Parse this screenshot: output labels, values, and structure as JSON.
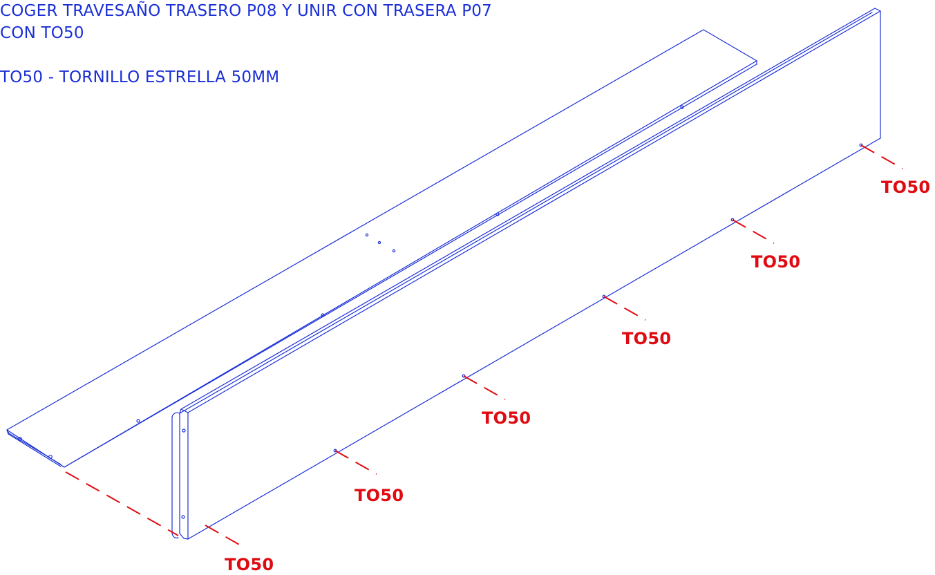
{
  "instructions": {
    "line1": "COGER TRAVESAÑO TRASERO P08 Y UNIR CON TRASERA P07",
    "line2": "CON TO50",
    "legend": "TO50  -  TORNILLO ESTRELLA 50MM"
  },
  "parts": {
    "crossbar": "travesaño-trasero-P08",
    "back_panel": "trasera-P07"
  },
  "callouts": [
    {
      "label": "TO50"
    },
    {
      "label": "TO50"
    },
    {
      "label": "TO50"
    },
    {
      "label": "TO50"
    },
    {
      "label": "TO50"
    },
    {
      "label": "TO50"
    }
  ],
  "colors": {
    "line_art": "#1a2fd6",
    "callout": "#e00b12",
    "background": "#ffffff"
  }
}
